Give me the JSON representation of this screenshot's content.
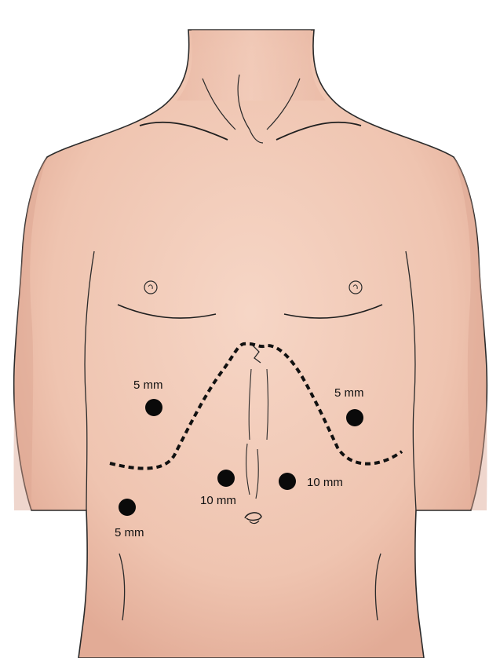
{
  "colors": {
    "skin": "#f1cab7",
    "skin_shadow": "#dba48f",
    "outline": "#1f1f1f",
    "port": "#0a0a0a"
  },
  "ports": [
    {
      "name": "port-left-subcostal",
      "label": "5 mm"
    },
    {
      "name": "port-right-subcostal",
      "label": "5 mm"
    },
    {
      "name": "port-left-umbilical",
      "label": "10 mm"
    },
    {
      "name": "port-right-umbilical",
      "label": "10 mm"
    },
    {
      "name": "port-left-lower-flank",
      "label": "5 mm"
    }
  ]
}
